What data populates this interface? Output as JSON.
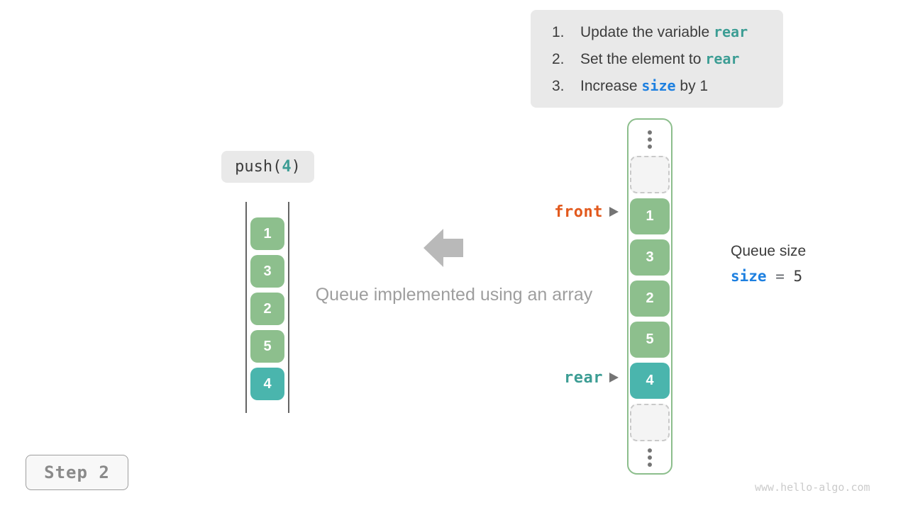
{
  "instructions": {
    "items": [
      {
        "num": "1.",
        "prefix": "Update the variable ",
        "code": "rear",
        "suffix": ""
      },
      {
        "num": "2.",
        "prefix": "Set the element to ",
        "code": "rear",
        "suffix": ""
      },
      {
        "num": "3.",
        "prefix": "Increase ",
        "code": "size",
        "suffix": " by 1"
      }
    ]
  },
  "operation": {
    "fn": "push(",
    "arg": "4",
    "close": ")"
  },
  "stack": {
    "values": [
      "1",
      "3",
      "2",
      "5",
      "4"
    ]
  },
  "caption": "Queue implemented using an array",
  "array": {
    "values": [
      "1",
      "3",
      "2",
      "5",
      "4"
    ],
    "front_label": "front",
    "rear_label": "rear"
  },
  "queue_size": {
    "title": "Queue size",
    "var": "size",
    "eq": "=",
    "value": "5"
  },
  "step_label": "Step 2",
  "watermark": "www.hello-algo.com",
  "colors": {
    "cell_green": "#8dbf8d",
    "cell_teal": "#4ab5ad",
    "code_teal": "#3c9d94",
    "code_blue": "#1e80e0",
    "front_orange": "#e2591d",
    "array_border_green": "#8cbe8c"
  }
}
